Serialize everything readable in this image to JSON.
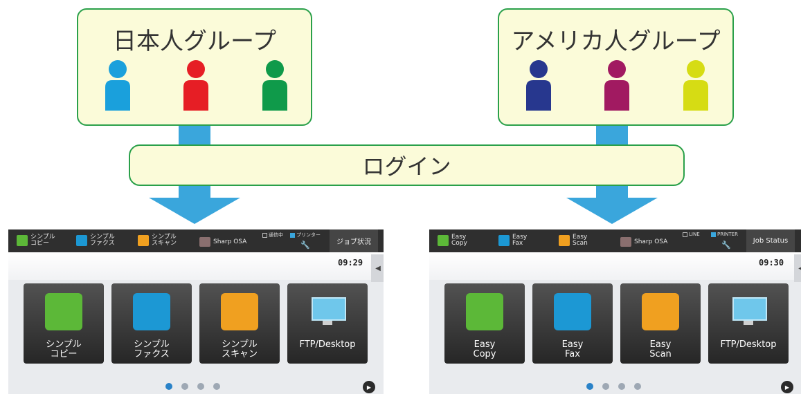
{
  "groups": {
    "japanese": {
      "title": "日本人グループ",
      "people_colors": [
        "#1aa0dc",
        "#e61e25",
        "#0f9a4a"
      ]
    },
    "american": {
      "title": "アメリカ人グループ",
      "people_colors": [
        "#27378e",
        "#a11a61",
        "#d6dc14"
      ]
    }
  },
  "login": {
    "label": "ログイン"
  },
  "colors": {
    "arrow": "#3aa6dc",
    "box_fill": "#fbfbd9",
    "box_border": "#2aa04a"
  },
  "panel_jp": {
    "topbar": {
      "copy": "シンプル\nコピー",
      "fax": "シンプル\nファクス",
      "scan": "シンプル\nスキャン",
      "osa": "Sharp OSA",
      "status_comm": "通信中",
      "status_printer": "プリンター",
      "job_status": "ジョブ状況"
    },
    "clock": "09:29",
    "tiles": [
      "シンプル\nコピー",
      "シンプル\nファクス",
      "シンプル\nスキャン",
      "FTP/Desktop"
    ]
  },
  "panel_us": {
    "topbar": {
      "copy": "Easy\nCopy",
      "fax": "Easy\nFax",
      "scan": "Easy\nScan",
      "osa": "Sharp OSA",
      "status_comm": "LINE",
      "status_printer": "PRINTER",
      "job_status": "Job Status"
    },
    "clock": "09:30",
    "tiles": [
      "Easy\nCopy",
      "Easy\nFax",
      "Easy\nScan",
      "FTP/Desktop"
    ]
  },
  "icons": {
    "copy": "copy-icon",
    "fax": "fax-icon",
    "scan": "scan-icon",
    "desktop": "monitor-icon",
    "osa": "sharp-osa-icon"
  },
  "page_indicator": {
    "count": 4,
    "active": 1
  }
}
